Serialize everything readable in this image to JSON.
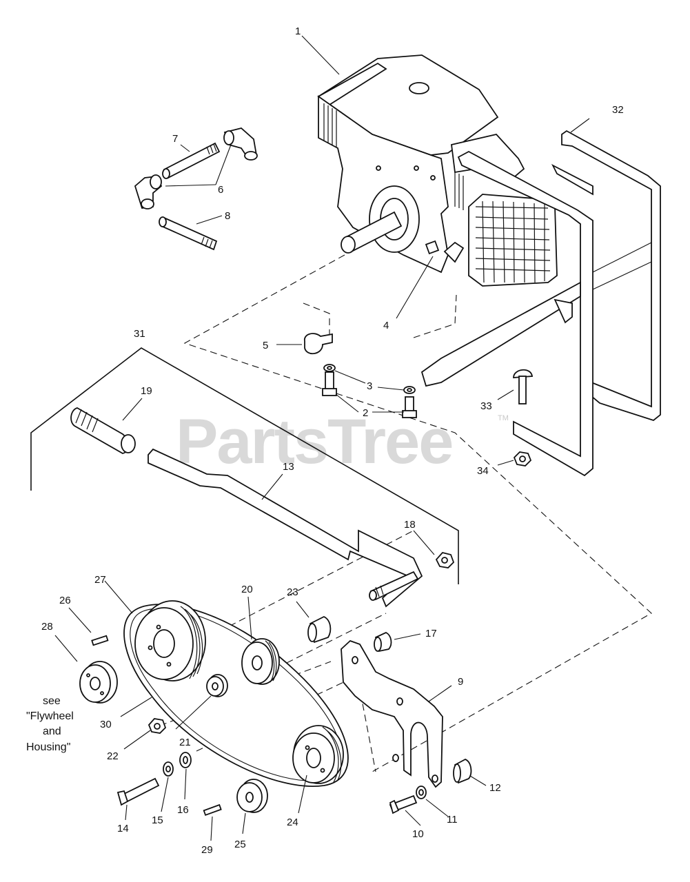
{
  "watermark": {
    "brand": "PartsTree",
    "tm": "TM"
  },
  "note": {
    "line1": "see",
    "line2": "\"Flywheel",
    "line3": "and",
    "line4": "Housing\""
  },
  "callouts": {
    "c1": "1",
    "c2": "2",
    "c3": "3",
    "c4": "4",
    "c5": "5",
    "c6": "6",
    "c7": "7",
    "c8": "8",
    "c9": "9",
    "c10": "10",
    "c11": "11",
    "c12": "12",
    "c13": "13",
    "c14": "14",
    "c15": "15",
    "c16": "16",
    "c17": "17",
    "c18": "18",
    "c19": "19",
    "c20": "20",
    "c21": "21",
    "c22": "22",
    "c23": "23",
    "c24": "24",
    "c25": "25",
    "c26": "26",
    "c27": "27",
    "c28": "28",
    "c29": "29",
    "c30": "30",
    "c31": "31",
    "c32": "32",
    "c33": "33",
    "c34": "34"
  },
  "colors": {
    "ink": "#111111",
    "watermark": "#d9d9d9",
    "background": "#ffffff"
  }
}
